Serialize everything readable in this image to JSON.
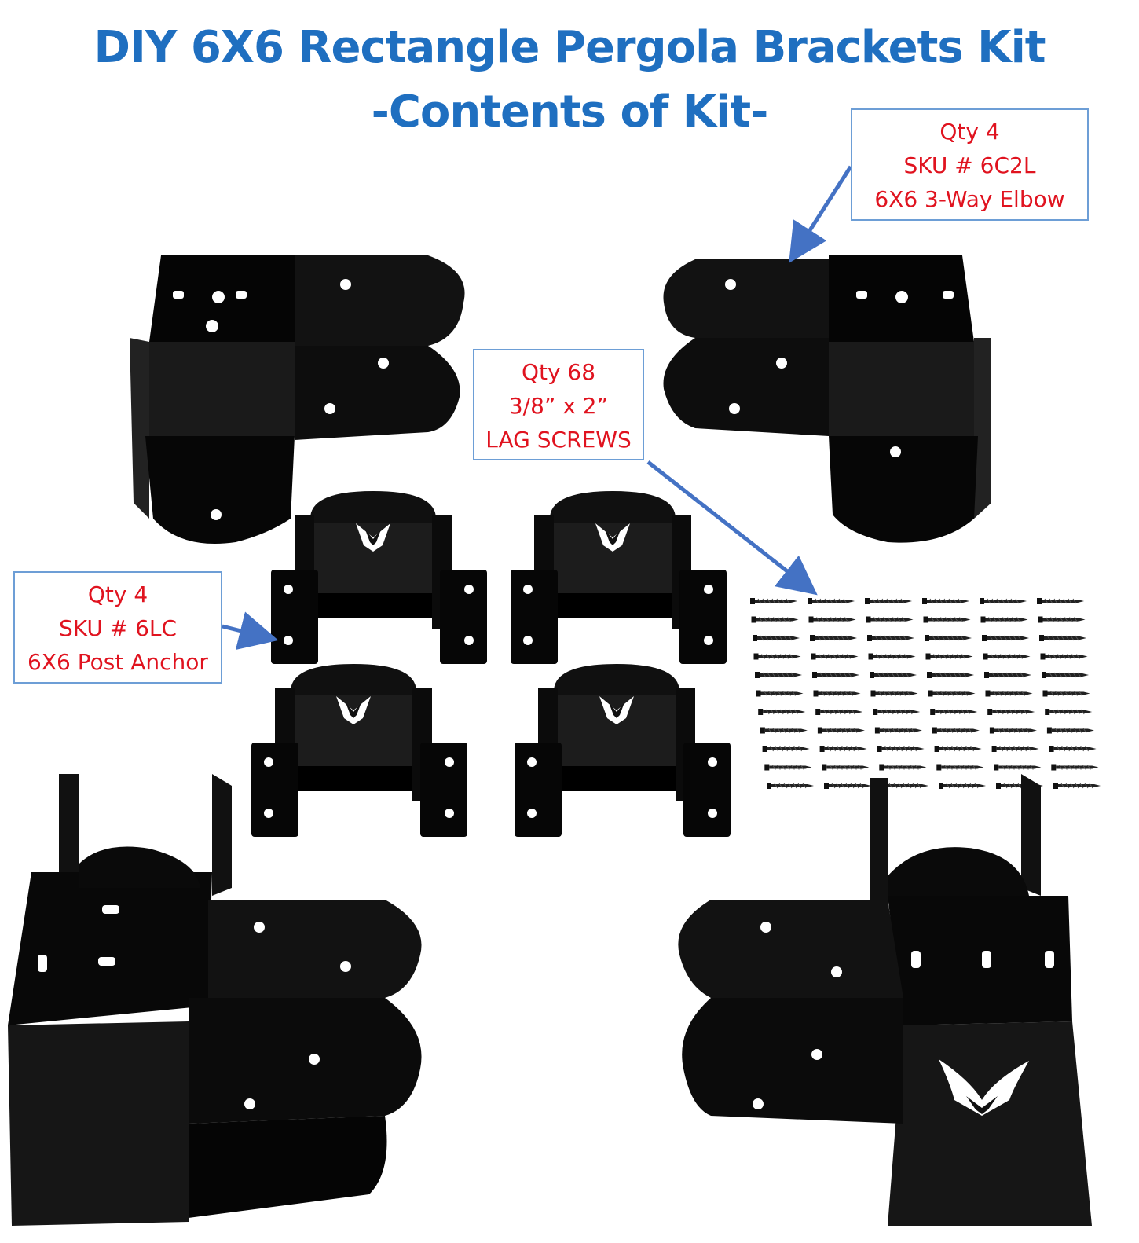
{
  "title": {
    "line1": "DIY 6X6 Rectangle Pergola Brackets Kit",
    "line2": "-Contents of Kit-"
  },
  "labels": {
    "elbow": {
      "qty": "Qty 4",
      "sku": "SKU # 6C2L",
      "name": "6X6 3-Way Elbow"
    },
    "screws": {
      "qty": "Qty 68",
      "size": "3/8” x 2”",
      "name": "LAG SCREWS"
    },
    "anchor": {
      "qty": "Qty 4",
      "sku": "SKU # 6LC",
      "name": "6X6 Post Anchor"
    }
  },
  "colors": {
    "title": "#1f6fc0",
    "label_text": "#e0131f",
    "label_border": "#6d9ed6",
    "arrow": "#4472c4",
    "bracket": "#0a0a0a"
  },
  "icons": [
    "elbow-bracket-icon",
    "post-anchor-icon",
    "lag-screw-icon",
    "arrow-icon",
    "brand-logo-icon"
  ]
}
